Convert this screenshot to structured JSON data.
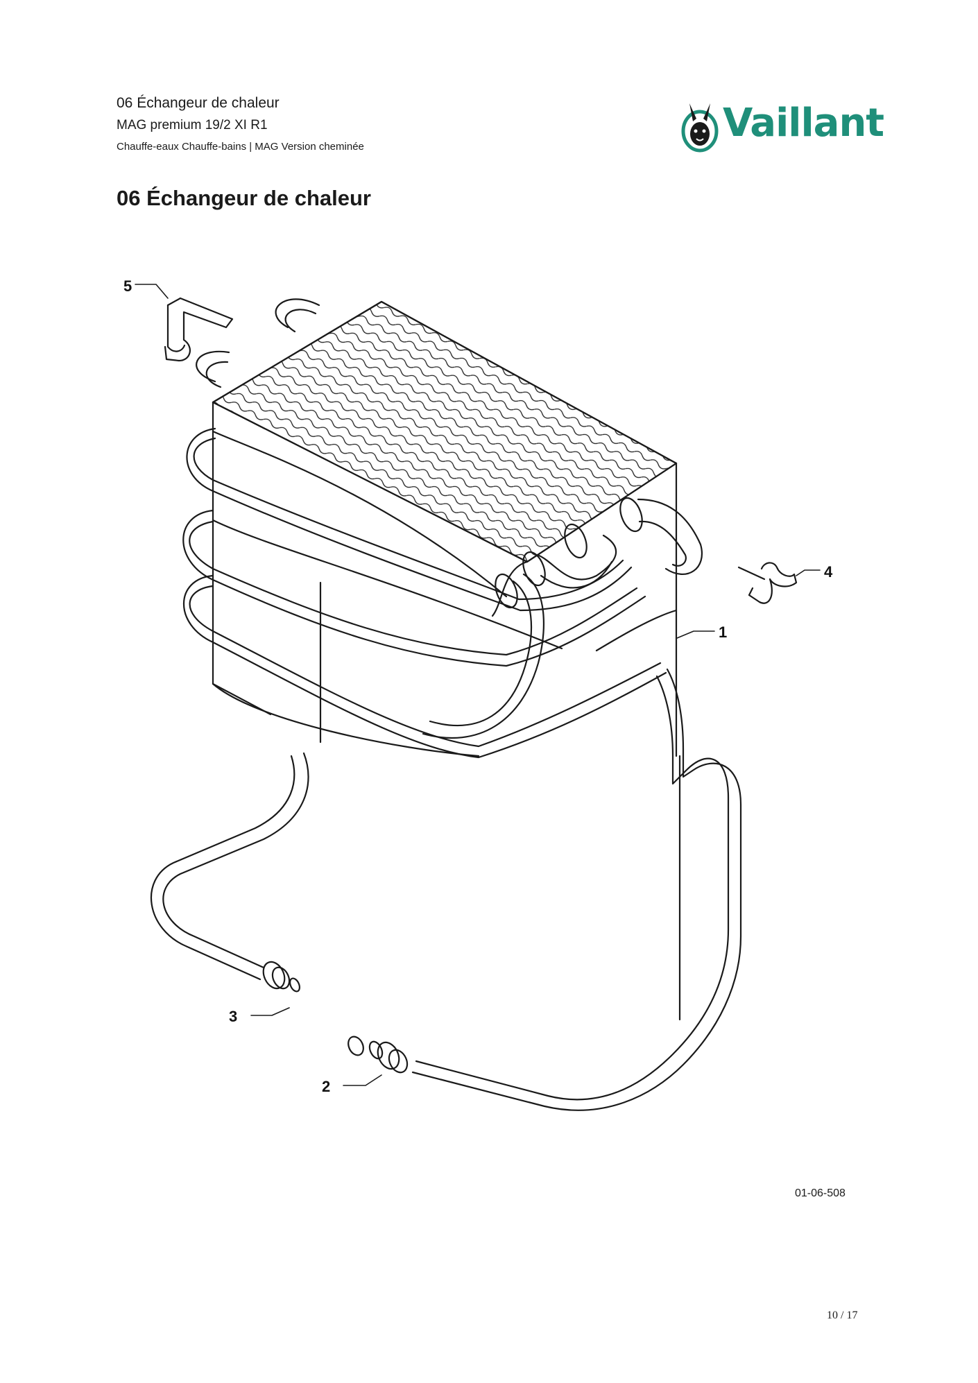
{
  "header": {
    "section": "06 Échangeur de chaleur",
    "model": "MAG premium 19/2 XI R1",
    "category": "Chauffe-eaux Chauffe-bains | MAG Version cheminée"
  },
  "brand": {
    "name": "Vaillant",
    "color": "#1f8f7a"
  },
  "title": "06 Échangeur de chaleur",
  "drawing": {
    "reference": "01-06-508",
    "callouts": [
      "1",
      "2",
      "3",
      "4",
      "5"
    ]
  },
  "footer": {
    "page": "10 / 17"
  }
}
